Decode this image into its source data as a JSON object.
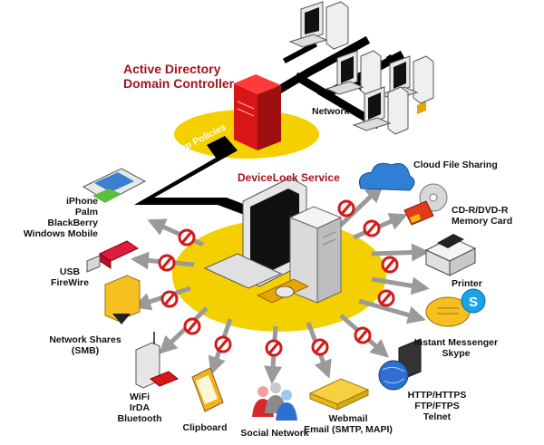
{
  "title": "Active Directory\nDomain Controller",
  "service": "DeviceLock Service",
  "group_policies": "Group Policies",
  "network": "Network",
  "labels": {
    "cloud": "Cloud File Sharing",
    "cd": "CD-R/DVD-R\nMemory Card",
    "printer": "Printer",
    "im": "Instant Messenger\nSkype",
    "web": "HTTP/HTTPS\nFTP/FTPS\nTelnet",
    "webmail": "Webmail\nEmail (SMTP, MAPI)",
    "social": "Social Network",
    "clipboard": "Clipboard",
    "wifi": "WiFi\nIrDA\nBluetooth",
    "shares": "Network Shares\n(SMB)",
    "usb": "USB\nFireWire",
    "mobile": "iPhone\nPalm\nBlackBerry\nWindows Mobile"
  },
  "colors": {
    "ellipse": "#f5d000",
    "server": "#d81616",
    "arrow": "#9a9a9a",
    "block": "#d21a1a",
    "title": "#a4141a"
  }
}
